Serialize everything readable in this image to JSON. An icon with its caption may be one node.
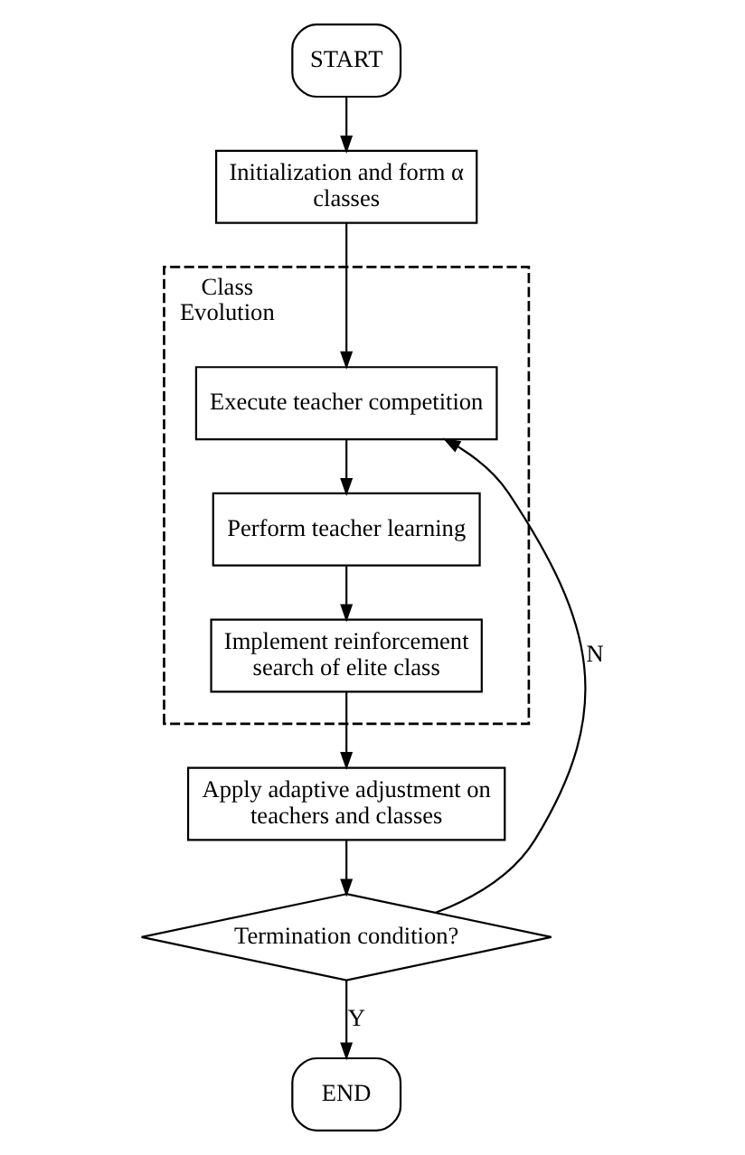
{
  "diagram": {
    "nodes": [
      {
        "text": [
          "START"
        ]
      },
      {
        "text": [
          "Initialization and form α classes"
        ]
      },
      {
        "text": [
          "Class Evolution"
        ]
      },
      {
        "text": [
          "Execute teacher competition"
        ],
        "in": 2
      },
      {
        "text": [
          "Perform teacher learning"
        ],
        "in": 2
      },
      {
        "text": [
          "Implement reinforcement search of elite class"
        ],
        "in": 2
      },
      {
        "text": [
          "Apply adaptive adjustment on teachers and classes"
        ]
      },
      {
        "text": [
          "Termination condition?"
        ]
      },
      {
        "text": [
          "END"
        ]
      }
    ],
    "edges": [
      {
        "from": 0,
        "to": 1,
        "arrow": "to"
      },
      {
        "from": 1,
        "to": 3,
        "arrow": "to"
      },
      {
        "from": 3,
        "to": 4,
        "arrow": "to"
      },
      {
        "from": 4,
        "to": 5,
        "arrow": "to"
      },
      {
        "from": 5,
        "to": 6,
        "arrow": "to"
      },
      {
        "from": 6,
        "to": 7,
        "arrow": "to"
      },
      {
        "from": 7,
        "to": 8,
        "arrow": "to",
        "label": "Y"
      },
      {
        "from": 7,
        "to": 3,
        "arrow": "to",
        "label": "N"
      }
    ]
  }
}
